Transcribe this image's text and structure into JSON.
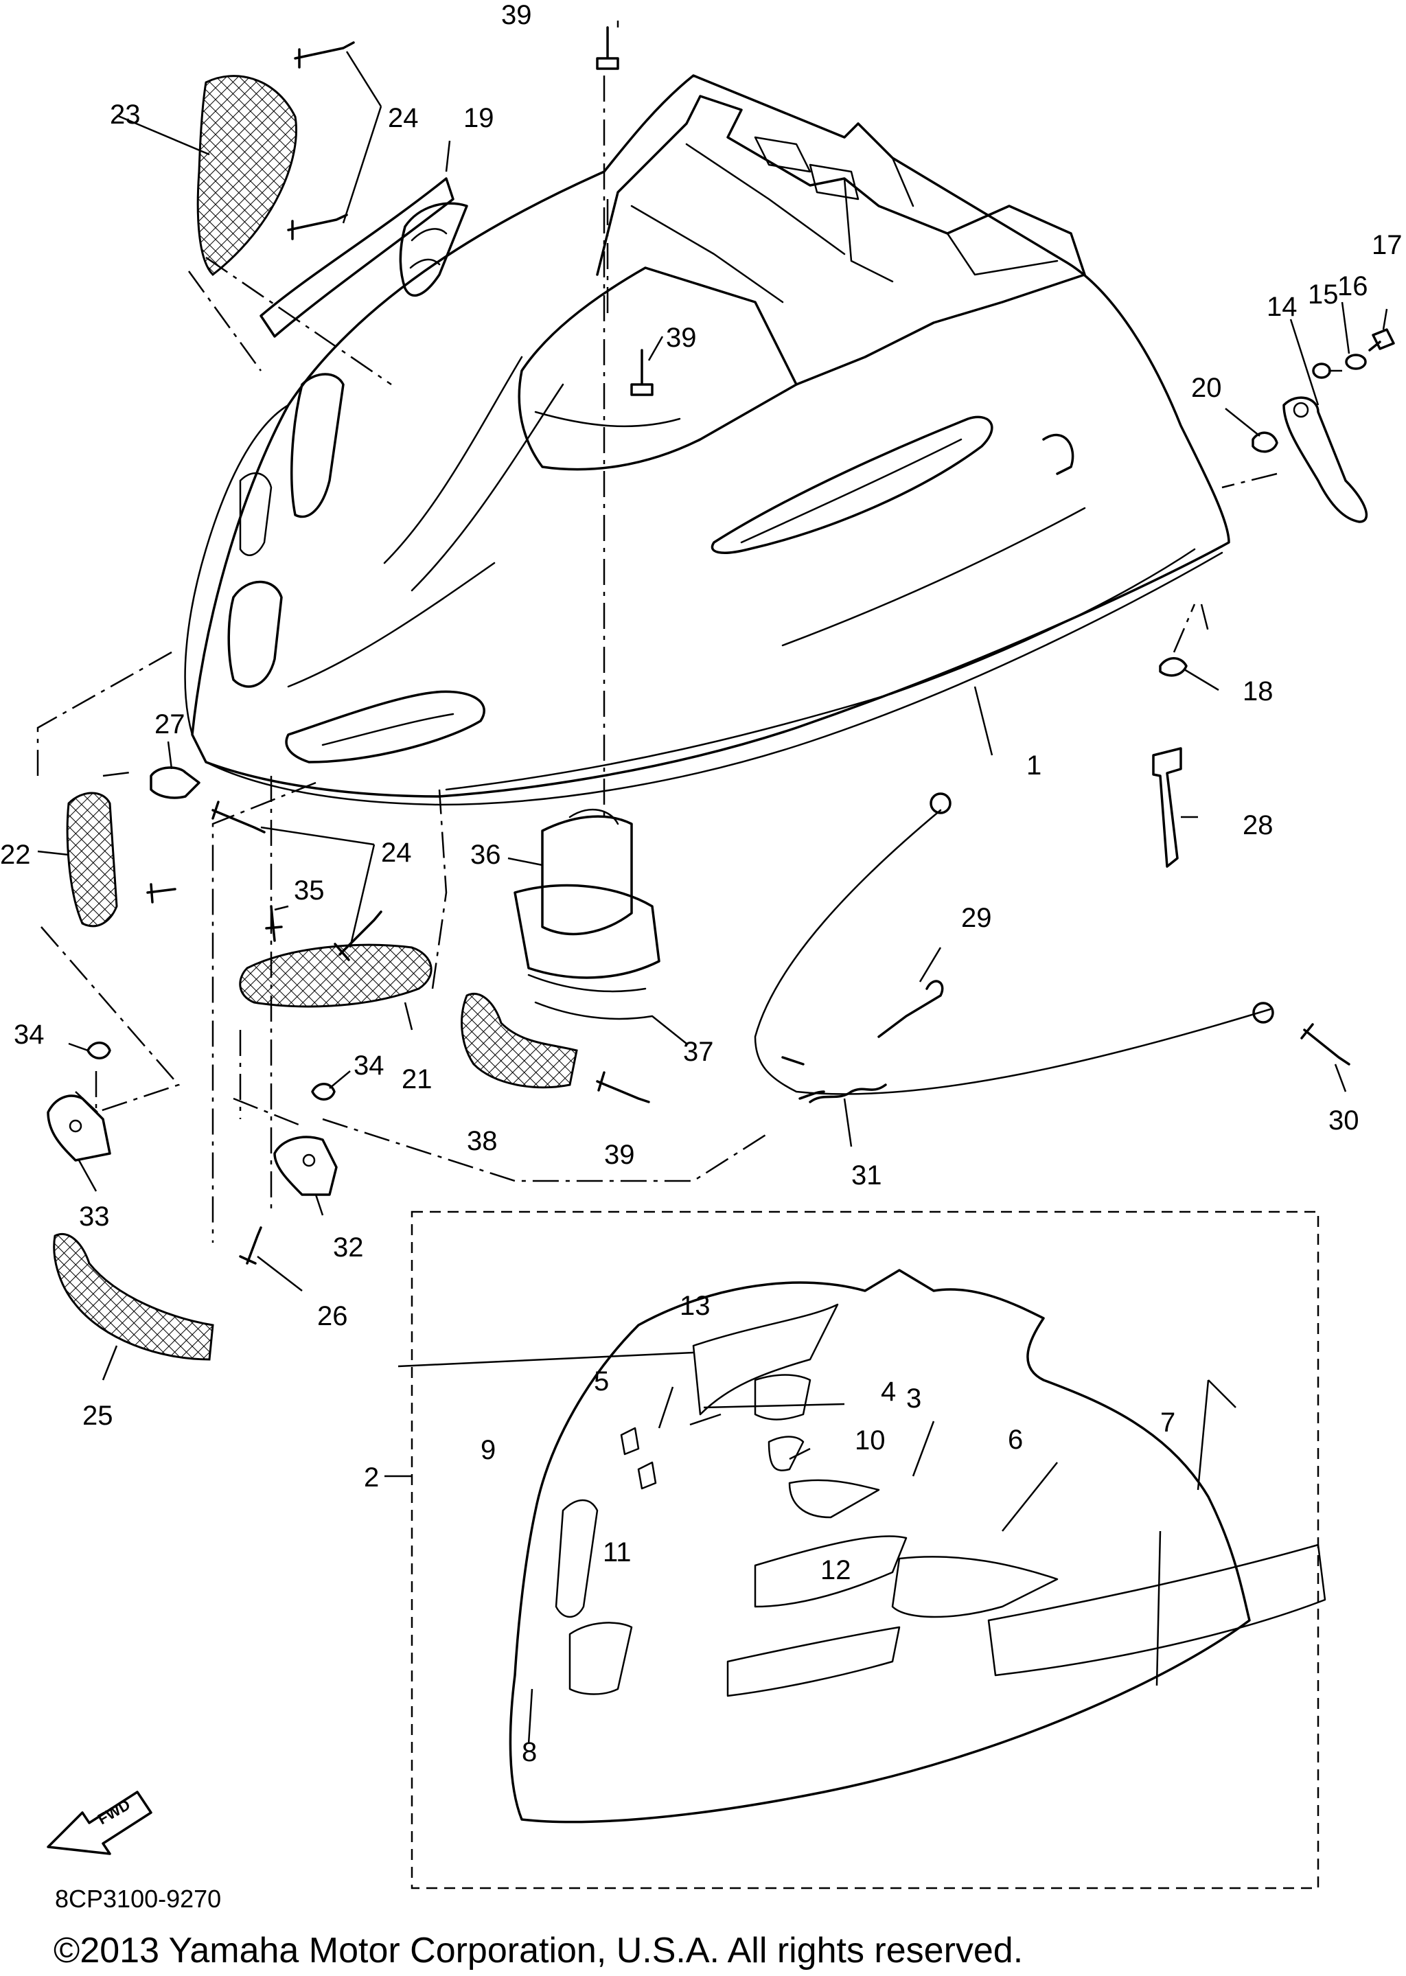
{
  "diagram": {
    "drawing_number": "8CP3100-9270",
    "copyright": "©2013 Yamaha Motor Corporation, U.S.A. All rights reserved.",
    "fwd_label": "FWD",
    "part_labels": {
      "p1": "1",
      "p2": "2",
      "p3": "3",
      "p4": "4",
      "p5": "5",
      "p6": "6",
      "p7": "7",
      "p8": "8",
      "p9": "9",
      "p10": "10",
      "p11": "11",
      "p12": "12",
      "p13": "13",
      "p14": "14",
      "p15": "15",
      "p16": "16",
      "p17": "17",
      "p18": "18",
      "p19": "19",
      "p20": "20",
      "p21": "21",
      "p22": "22",
      "p23": "23",
      "p24a": "24",
      "p24b": "24",
      "p25": "25",
      "p26": "26",
      "p27": "27",
      "p28": "28",
      "p29": "29",
      "p30": "30",
      "p31": "31",
      "p32": "32",
      "p33": "33",
      "p34a": "34",
      "p34b": "34",
      "p35": "35",
      "p36": "36",
      "p37": "37",
      "p38": "38",
      "p39a": "39",
      "p39b": "39",
      "p39c": "39"
    }
  }
}
